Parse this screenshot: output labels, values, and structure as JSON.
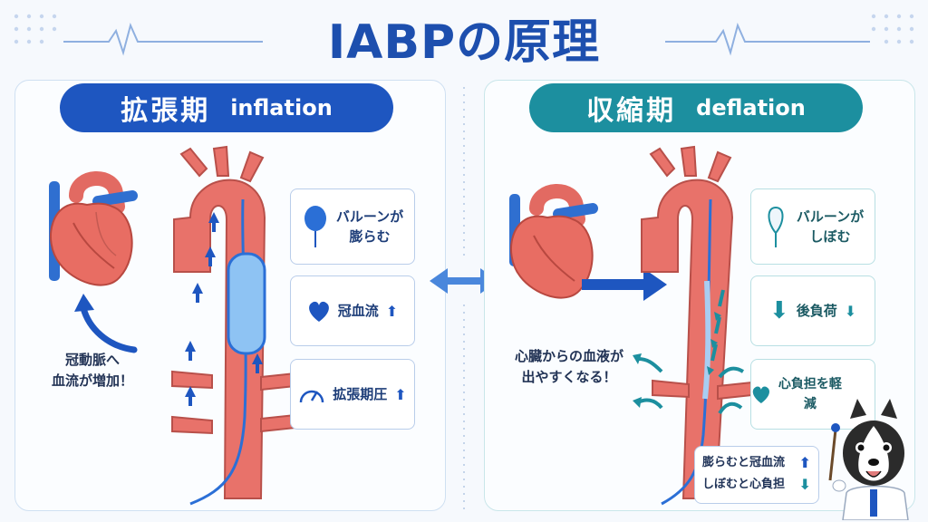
{
  "title": "IABPの原理",
  "left": {
    "header_jp": "拡張期",
    "header_en": "inflation",
    "cards": [
      "バルーンが\n膨らむ",
      "冠血流",
      "拡張期圧"
    ],
    "note": "冠動脈へ\n血流が増加！"
  },
  "right": {
    "header_jp": "収縮期",
    "header_en": "deflation",
    "cards": [
      "バルーンが\nしぼむ",
      "後負荷",
      "心負担を軽減"
    ],
    "note": "心臓からの血液が\n出やすくなる！"
  },
  "summary": {
    "line1": "膨らむと冠血流",
    "line2": "しぼむと心負担"
  },
  "colors": {
    "blue": "#1e56c0",
    "teal": "#1c8f9f",
    "aorta": "#e8726a"
  },
  "icons": [
    "balloon-inflated-icon",
    "heart-icon",
    "gauge-icon",
    "balloon-deflated-icon",
    "down-arrow-icon",
    "double-arrow-icon",
    "heartbeat-line-icon",
    "doctor-dog-mascot"
  ]
}
